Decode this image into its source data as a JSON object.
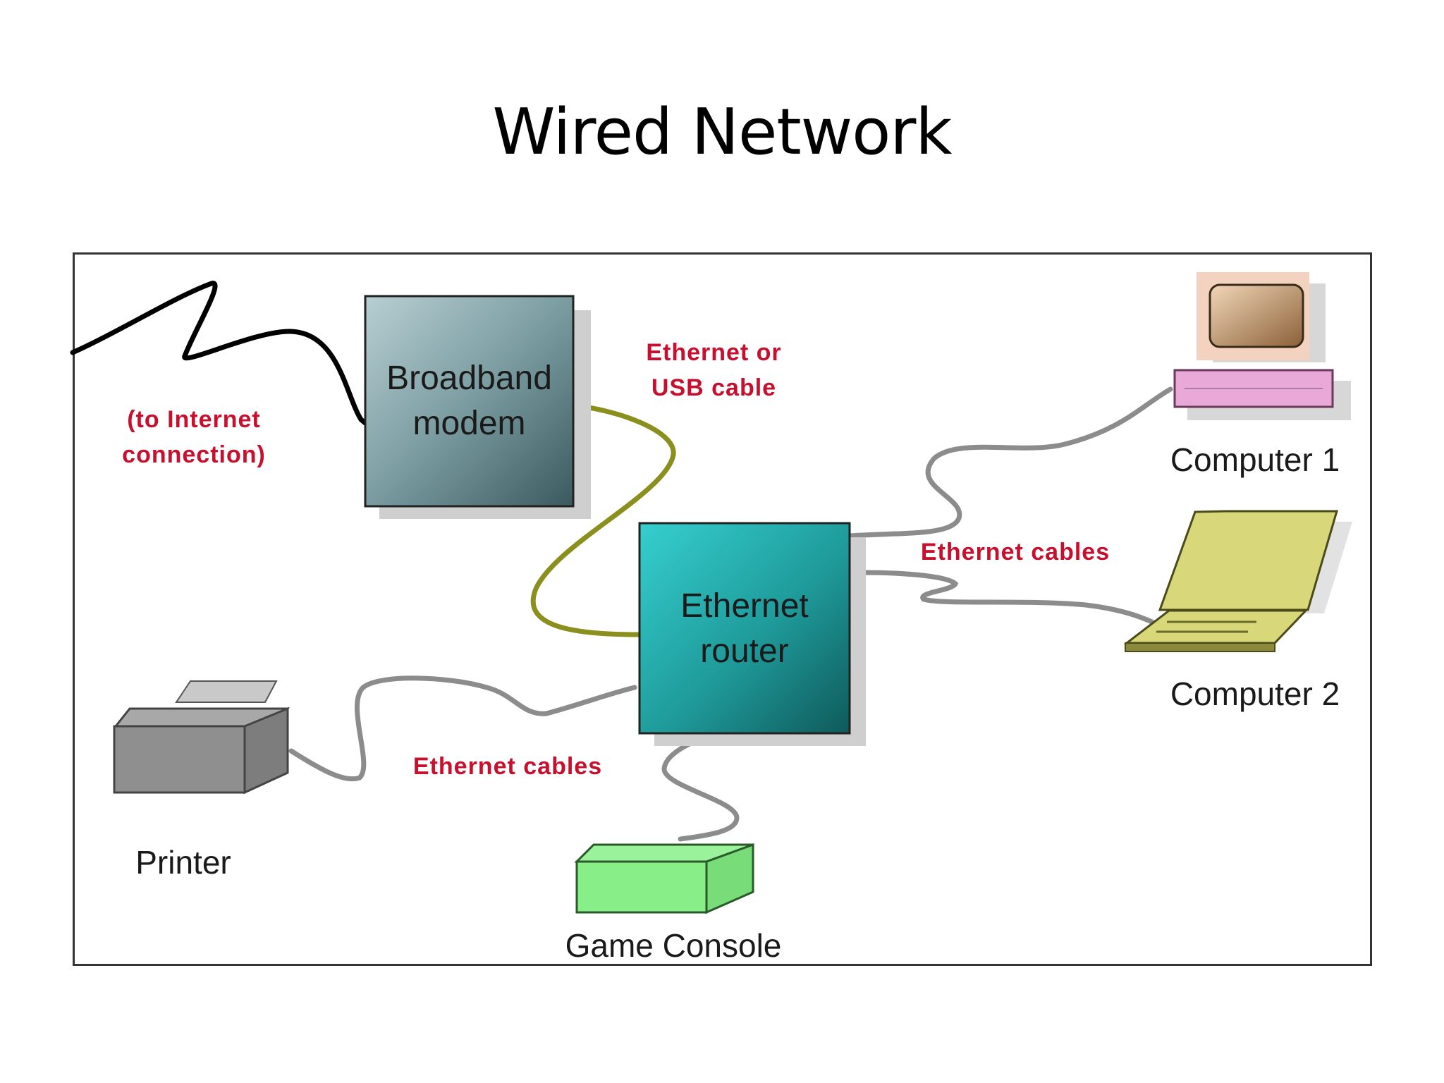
{
  "title": "Wired Network",
  "nodes": {
    "modem": {
      "line1": "Broadband",
      "line2": "modem"
    },
    "router": {
      "line1": "Ethernet",
      "line2": "router"
    },
    "computer1": {
      "label": "Computer 1"
    },
    "computer2": {
      "label": "Computer 2"
    },
    "printer": {
      "label": "Printer"
    },
    "console": {
      "label": "Game Console"
    }
  },
  "cable_labels": {
    "internet_line1": "(to Internet",
    "internet_line2": "connection)",
    "modem_router_line1": "Ethernet or",
    "modem_router_line2": "USB cable",
    "right": "Ethernet cables",
    "bottom": "Ethernet cables"
  },
  "colors": {
    "internet_cable": "#000000",
    "usb_cable": "#8a8f1e",
    "ethernet_cable": "#8c8c8c",
    "label_red": "#c8102e",
    "modem_box": "#6d9096",
    "router_box": "#2a9e9e",
    "computer1_monitor": "#b88a5e",
    "computer1_base": "#e8a8d8",
    "laptop": "#d8d87a",
    "printer": "#8f8f8f",
    "console": "#88ee88"
  }
}
